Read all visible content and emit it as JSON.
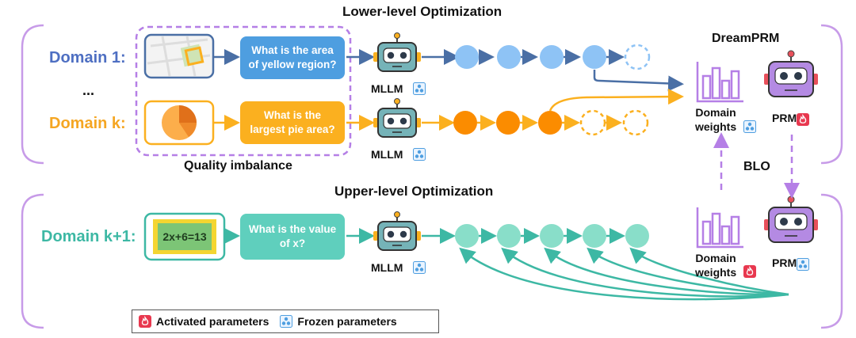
{
  "titles": {
    "lower": "Lower-level Optimization",
    "upper": "Upper-level Optimization",
    "dreamprm": "DreamPRM",
    "blo": "BLO",
    "quality": "Quality imbalance"
  },
  "domains": {
    "d1": "Domain 1:",
    "ellipsis": "...",
    "dk": "Domain k:",
    "dk1": "Domain k+1:"
  },
  "questions": {
    "q1_line1": "What is the area",
    "q1_line2": "of yellow region?",
    "qk_line1": "What is the",
    "qk_line2": "largest pie area?",
    "qk1_line1": "What is the value",
    "qk1_line2": "of x?"
  },
  "equation": "2x+6=13",
  "model_label": "MLLM",
  "prm_label": "PRM",
  "domain_weights": {
    "line1": "Domain",
    "line2": "weights"
  },
  "legend": {
    "activated": "Activated parameters",
    "frozen": "Frozen parameters"
  },
  "colors": {
    "blue": "#4e86c8",
    "orange": "#fbb01f",
    "teal": "#3db8a4",
    "purple": "#b57fe6",
    "robot": "#75b3b8",
    "prm": "#b48ae3",
    "fire": "#e8384f"
  }
}
